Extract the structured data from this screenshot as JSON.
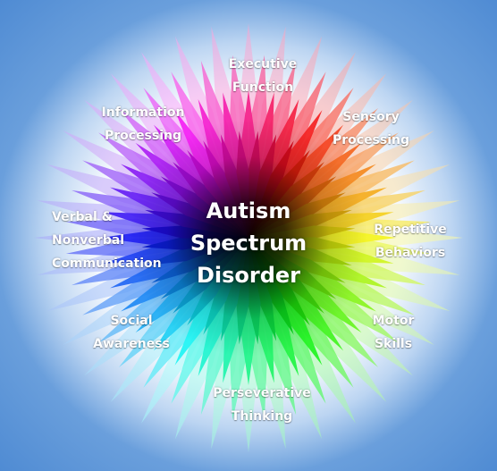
{
  "diagram": {
    "center": {
      "line1": "Autism",
      "line2": "Spectrum",
      "line3": "Disorder"
    },
    "segments": [
      {
        "id": "executive-function",
        "lines": [
          "Executive",
          "Function"
        ]
      },
      {
        "id": "sensory-processing",
        "lines": [
          "Sensory",
          "Processing"
        ]
      },
      {
        "id": "repetitive-behaviors",
        "lines": [
          "Repetitive",
          "Behaviors"
        ]
      },
      {
        "id": "motor-skills",
        "lines": [
          "Motor",
          "Skills"
        ]
      },
      {
        "id": "perseverative-thinking",
        "lines": [
          "Perseverative",
          "Thinking"
        ]
      },
      {
        "id": "social-awareness",
        "lines": [
          "Social",
          "Awareness"
        ]
      },
      {
        "id": "verbal-nonverbal-communication",
        "lines": [
          "Verbal &",
          "Nonverbal",
          "Communication"
        ]
      },
      {
        "id": "information-processing",
        "lines": [
          "Information",
          "Processing"
        ]
      }
    ],
    "colors": {
      "background": "#5a93d6",
      "glow": "#ffffff",
      "label_text": "#ffffff"
    }
  }
}
